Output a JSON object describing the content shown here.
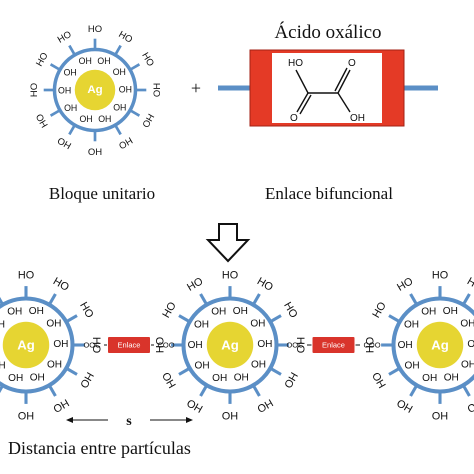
{
  "top_particle": {
    "core_label": "Ag",
    "inner_label": "OH",
    "outer_label": "HO"
  },
  "plus_sign": "+",
  "linker": {
    "title": "Ácido oxálico",
    "groups": {
      "top_left": "HO",
      "bottom_right": "OH",
      "oxygen": "O"
    }
  },
  "captions": {
    "block": "Bloque unitario",
    "linker": "Enlace bifuncional"
  },
  "chain": {
    "core_label": "Ag",
    "inner_label": "OH",
    "outer_label": "HO",
    "bond_left": "OOC",
    "bond_right": "COO",
    "link_label": "Enlace"
  },
  "distance": {
    "symbol": "s",
    "caption": "Distancia entre partículas"
  },
  "colors": {
    "ring": "#5b8fc6",
    "core": "#e6d532",
    "linker_box": "#e43a26",
    "linker_stub": "#5b8fc6",
    "enlace_box": "#d9342b",
    "text": "#111111"
  }
}
